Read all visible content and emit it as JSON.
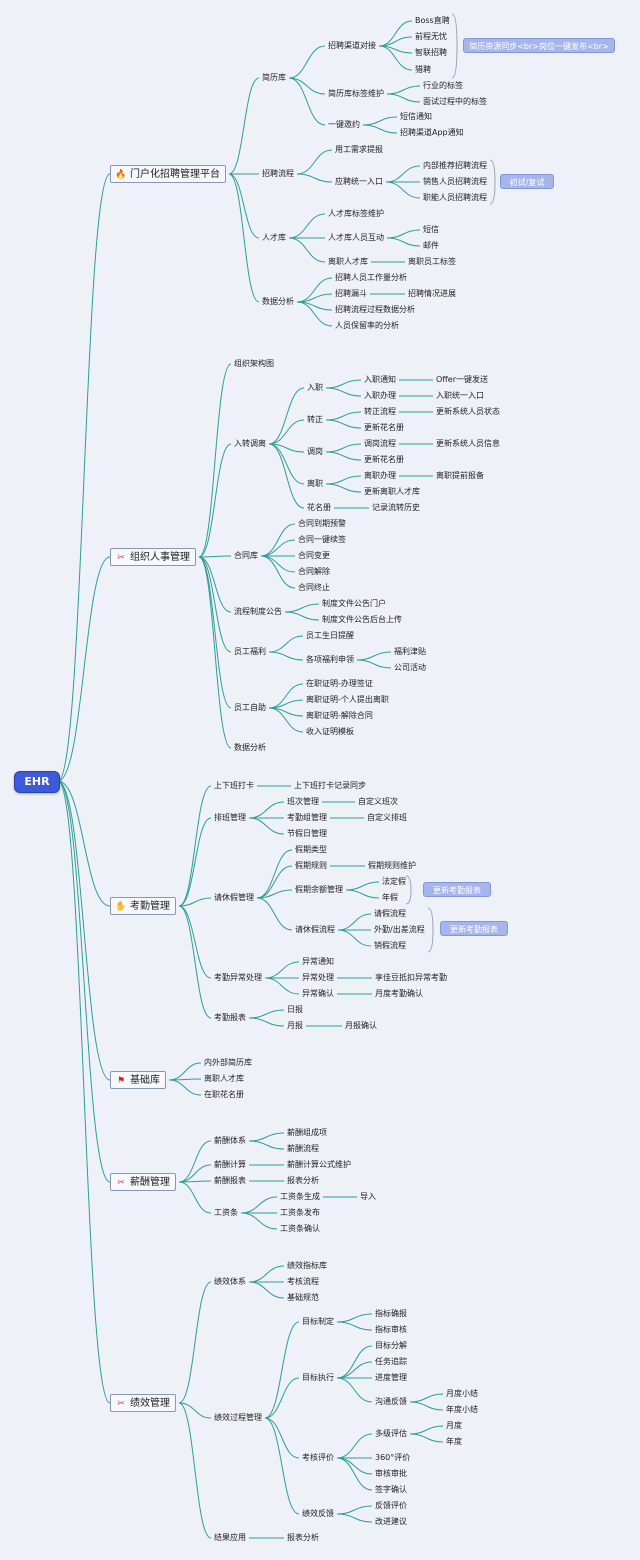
{
  "root": "EHR",
  "modules": {
    "recruit": {
      "icon": "fire-icon",
      "label": "门户化招聘管理平台"
    },
    "hr": {
      "icon": "tools-icon",
      "label": "组织人事管理"
    },
    "attend": {
      "icon": "hand-icon",
      "label": "考勤管理"
    },
    "base": {
      "icon": "flag-icon",
      "label": "基础库"
    },
    "salary": {
      "icon": "tools-icon",
      "label": "薪酬管理"
    },
    "perf": {
      "icon": "tools-icon",
      "label": "绩效管理"
    }
  },
  "notes": {
    "sync": "简历资源同步<br>岗位一键发布<br>",
    "interview": "初试/复试",
    "report1": "更新考勤报表",
    "report2": "更新考勤报表"
  },
  "nodes": {
    "r1": "简历库",
    "r1a": "招聘渠道对接",
    "r1a1": "Boss直聘",
    "r1a2": "前程无忧",
    "r1a3": "智联招聘",
    "r1a4": "猎聘",
    "r1b": "简历库标签维护",
    "r1b1": "行业的标签",
    "r1b2": "面试过程中的标签",
    "r1c": "一键邀约",
    "r1c1": "短信通知",
    "r1c2": "招聘渠道App通知",
    "r2": "招聘流程",
    "r2a": "用工需求提报",
    "r2b": "应聘统一入口",
    "r2b1": "内部推荐招聘流程",
    "r2b2": "销售人员招聘流程",
    "r2b3": "职能人员招聘流程",
    "r3": "人才库",
    "r3a": "人才库标签维护",
    "r3b": "人才库人员互动",
    "r3b1": "短信",
    "r3b2": "邮件",
    "r3c": "离职人才库",
    "r3c1": "离职员工标签",
    "r4": "数据分析",
    "r4a": "招聘人员工作量分析",
    "r4b": "招聘漏斗",
    "r4b1": "招聘情况进展",
    "r4c": "招聘流程过程数据分析",
    "r4d": "人员保留率的分析",
    "h1": "组织架构图",
    "h2": "入转调离",
    "h2a": "入职",
    "h2a1": "入职通知",
    "h2a1a": "Offer一键发送",
    "h2a2": "入职办理",
    "h2a2a": "入职统一入口",
    "h2b": "转正",
    "h2b1": "转正流程",
    "h2b1a": "更新系统人员状态",
    "h2b2": "更新花名册",
    "h2c": "调岗",
    "h2c1": "调岗流程",
    "h2c1a": "更新系统人员信息",
    "h2c2": "更新花名册",
    "h2d": "离职",
    "h2d1": "离职办理",
    "h2d1a": "离职提前报备",
    "h2d2": "更新离职人才库",
    "h2e": "花名册",
    "h2e1": "记录流转历史",
    "h3": "合同库",
    "h3a": "合同到期预警",
    "h3b": "合同一键续签",
    "h3c": "合同变更",
    "h3d": "合同解除",
    "h3e": "合同终止",
    "h4": "流程制度公告",
    "h4a": "制度文件公告门户",
    "h4b": "制度文件公告后台上传",
    "h5": "员工福利",
    "h5a": "员工生日提醒",
    "h5b": "各项福利申领",
    "h5b1": "福利津贴",
    "h5b2": "公司活动",
    "h6": "员工自助",
    "h6a": "在职证明-办理签证",
    "h6b": "离职证明-个人提出离职",
    "h6c": "离职证明-解除合同",
    "h6d": "收入证明模板",
    "h7": "数据分析",
    "a1": "上下班打卡",
    "a1a": "上下班打卡记录同步",
    "a2": "排班管理",
    "a2a": "班次管理",
    "a2a1": "自定义班次",
    "a2b": "考勤组管理",
    "a2b1": "自定义排班",
    "a2c": "节假日管理",
    "a3": "请休假管理",
    "a3a": "假期类型",
    "a3b": "假期规则",
    "a3b1": "假期规则维护",
    "a3c": "假期余额管理",
    "a3c1": "法定假",
    "a3c2": "年假",
    "a3d": "请休假流程",
    "a3d1": "请假流程",
    "a3d2": "外勤/出差流程",
    "a3d3": "销假流程",
    "a4": "考勤异常处理",
    "a4a": "异常通知",
    "a4b": "异常处理",
    "a4b1": "享佳豆抵扣异常考勤",
    "a4c": "异常确认",
    "a4c1": "月度考勤确认",
    "a5": "考勤报表",
    "a5a": "日报",
    "a5b": "月报",
    "a5b1": "月报确认",
    "b1": "内外部简历库",
    "b2": "离职人才库",
    "b3": "在职花名册",
    "s1": "薪酬体系",
    "s1a": "薪酬组成项",
    "s1b": "薪酬流程",
    "s2": "薪酬计算",
    "s2a": "薪酬计算公式维护",
    "s3": "薪酬报表",
    "s3a": "报表分析",
    "s4": "工资条",
    "s4a": "工资条生成",
    "s4a1": "导入",
    "s4b": "工资条发布",
    "s4c": "工资条确认",
    "p1": "绩效体系",
    "p1a": "绩效指标库",
    "p1b": "考核流程",
    "p1c": "基础规范",
    "p2": "绩效过程管理",
    "p2a": "目标制定",
    "p2a1": "指标确报",
    "p2a2": "指标审核",
    "p2b": "目标执行",
    "p2b1": "目标分解",
    "p2b2": "任务追踪",
    "p2b3": "进度管理",
    "p2b4": "沟通反馈",
    "p2b4a": "月度小结",
    "p2b4b": "年度小结",
    "p2c": "考核评价",
    "p2c1": "多级评估",
    "p2c1a": "月度",
    "p2c1b": "年度",
    "p2c2": "360°评价",
    "p2c3": "审核审批",
    "p2c4": "签字确认",
    "p2d": "绩效反馈",
    "p2d1": "反馈评价",
    "p2d2": "改进建议",
    "p3": "结果应用",
    "p3a": "报表分析"
  }
}
